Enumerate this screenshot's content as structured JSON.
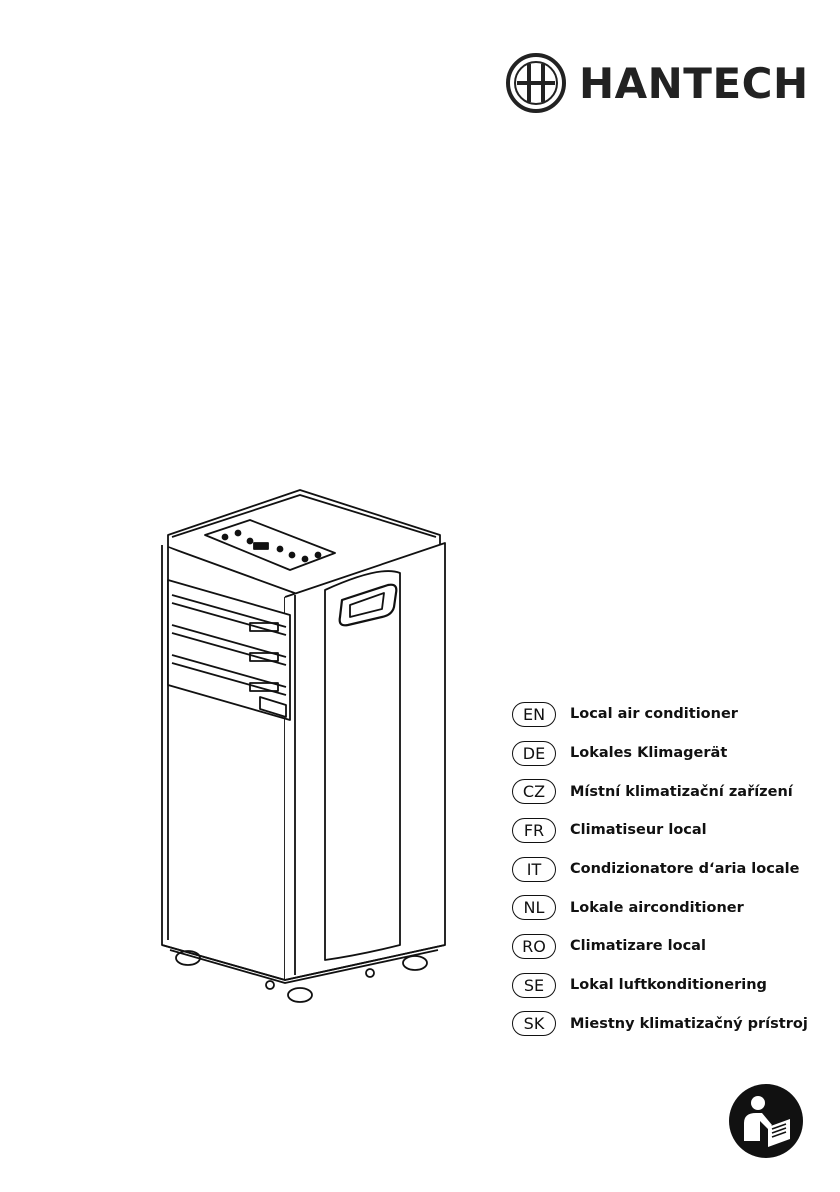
{
  "brand": {
    "name": "HANTECH",
    "logo_icon": "globe-grid-icon"
  },
  "product": {
    "illustration": "portable-air-conditioner-line-drawing"
  },
  "languages": [
    {
      "code": "EN",
      "name": "Local air conditioner"
    },
    {
      "code": "DE",
      "name": "Lokales Klimagerät"
    },
    {
      "code": "CZ",
      "name": "Místní klimatizační zařízení"
    },
    {
      "code": "FR",
      "name": "Climatiseur local"
    },
    {
      "code": "IT",
      "name": "Condizionatore d‘aria locale"
    },
    {
      "code": "NL",
      "name": "Lokale airconditioner"
    },
    {
      "code": "RO",
      "name": "Climatizare local"
    },
    {
      "code": "SE",
      "name": "Lokal luftkonditionering"
    },
    {
      "code": "SK",
      "name": "Miestny klimatizačný prístroj"
    }
  ],
  "footer": {
    "icon": "read-manual-icon"
  },
  "colors": {
    "ink": "#111111",
    "background": "#ffffff"
  }
}
